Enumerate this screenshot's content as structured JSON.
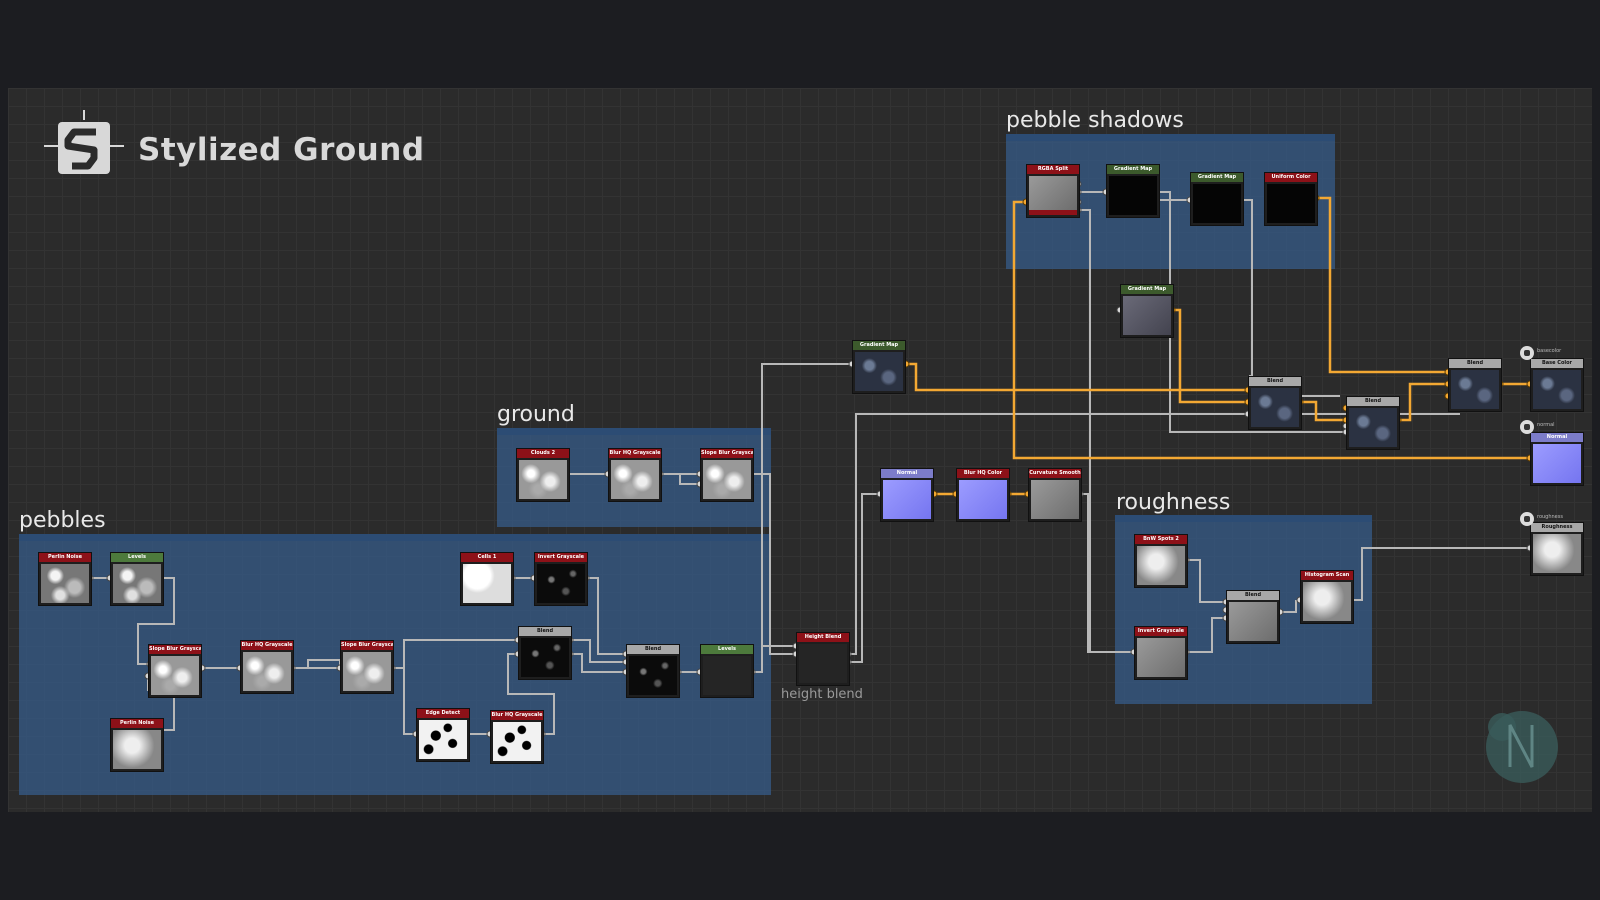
{
  "title": "Stylized Ground",
  "frames": {
    "pebble_shadows": "pebble shadows",
    "ground": "ground",
    "pebbles": "pebbles",
    "roughness": "roughness"
  },
  "sub_labels": {
    "height_blend": "height blend"
  },
  "nodes": {
    "perlin_noise_1": "Perlin Noise",
    "levels_1": "Levels",
    "slope_blur_1": "Slope Blur Grayscale",
    "blur_hq_1": "Blur HQ Grayscale",
    "slope_blur_2": "Slope Blur Grayscale",
    "perlin_noise_2": "Perlin Noise",
    "cells": "Cells 1",
    "invert_1": "Invert Grayscale",
    "blend_1": "Blend",
    "edge_detect": "Edge Detect",
    "blur_hq_2": "Blur HQ Grayscale",
    "blend_2": "Blend",
    "levels_2": "Levels",
    "height_blend": "Height Blend",
    "clouds": "Clouds 2",
    "blur_hq_3": "Blur HQ Grayscale",
    "slope_blur_3": "Slope Blur Grayscale",
    "gradient_map_1": "Gradient Map",
    "normal_1": "Normal",
    "blur_hq_color": "Blur HQ Color",
    "curvature": "Curvature Smooth",
    "rgba_split": "RGBA Split",
    "gradient_map_2": "Gradient Map",
    "gradient_map_3": "Gradient Map",
    "uniform_color": "Uniform Color",
    "gradient_map_4": "Gradient Map",
    "blend_3": "Blend",
    "blend_4": "Blend",
    "blend_5": "Blend",
    "bnw_spots": "BnW Spots 2",
    "invert_2": "Invert Grayscale",
    "blend_6": "Blend",
    "histogram": "Histogram Scan"
  },
  "outputs": {
    "basecolor": {
      "id": "basecolor",
      "label": "Base Color"
    },
    "normal": {
      "id": "normal",
      "label": "Normal"
    },
    "roughness": {
      "id": "roughness",
      "label": "Roughness"
    }
  },
  "colors": {
    "wire_orange": "#f3a833",
    "wire_gray": "#b8b8b8",
    "frame_blue": "#365d8c",
    "header_red": "#8d1118",
    "header_green": "#4d7a3c"
  }
}
